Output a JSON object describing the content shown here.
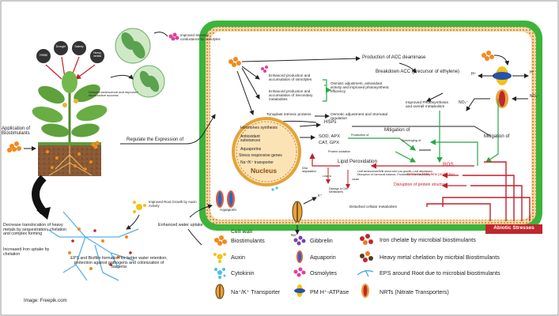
{
  "stresses": [
    "Heat",
    "Drought",
    "Salinity",
    "Heavy metals"
  ],
  "plant": {
    "stomatal": "Improved Stomatal conductance by osmolytes",
    "senescence": "Delayed senescence and improved reproductive success",
    "application": "Application of Biostimulants",
    "regulate": "Regulate the Expression of",
    "root_growth": "Improved Root Growth by Auxin Activity",
    "heavy_metals": "Decrease translocation of heavy metals by sequestration, chelation and complex forming",
    "iron": "Increased Iron uptake by chelation",
    "eps": "EPS and Biofilm formation for better water retention, protection against pathogens and colonization of bacteria",
    "water": "Enhanced water uptake"
  },
  "cell": {
    "acc_deaminase": "Production of ACC deaminase",
    "acc_breakdown": "Breakdown ACC (precursor of ethylene)",
    "osmo1": "Enhanced production and accumulation of osmolytes",
    "osmo2": "Enhanced production and accumulation of Secondary metabolites",
    "osmo_effect": "Osmotic adjustment, antioxidant activity and improved photosynthetic efficiency",
    "tonoplast": "Tonoplast intrinsic proteins",
    "tonoplast_effect": "Osmotic adjustment and Stomatal regulation",
    "photosynthesis": "Improved Photosynthesis and overall metabolism",
    "hsps": "HSPs",
    "mitigation1": "Mitigation of",
    "mitigation2": "Mitigation of",
    "hormones": "Hormones synthesis",
    "antioxidants": "Antioxidant substances",
    "aquaporins_n": "Aquaporins",
    "stress_genes": "Stress responsive genes",
    "transporter": "Na⁺/K⁺ transporter",
    "nucleus": "Nucleus",
    "sod": "SOD, APX",
    "cat": "CAT, GPX",
    "production_of": "Production of",
    "scavenging": "Scavenging of",
    "protein_oxidation": "Protein oxidation",
    "lipid": "Lipid Peroxidation",
    "ros": "ROS",
    "dna_degradation": "DNA degradation",
    "lead_to": "Lead to",
    "damage_cell": "Damage to Cell Membranes",
    "cause": "cause",
    "leaf_effects": "Leaf senescence/Wilt shoot and Low growth, Leaf abscission, Disruption of hormonal balance, Production of stress tissue",
    "ethylene": "Enhanced Ethylene production",
    "disruption": "Disruption of protein structure",
    "disturbed": "Disturbed cellular metabolism",
    "aquaporin_cell": "Aquaporin",
    "cell_wall": "Cell wall",
    "abiotic": "Abiotic Stresses",
    "h": "H⁺",
    "no3": "NO₃⁻",
    "na": "Na⁺",
    "k": "K⁺"
  },
  "legend": [
    {
      "label": "Biostimulants",
      "icon": "biostimulants-icon"
    },
    {
      "label": "Gibbrelin",
      "icon": "gibberellin-icon"
    },
    {
      "label": "Iron chelate by microbial biostimulants",
      "icon": "iron-chelate-icon"
    },
    {
      "label": "Auxin",
      "icon": "auxin-icon"
    },
    {
      "label": "Aquaporin",
      "icon": "aquaporin-icon"
    },
    {
      "label": "Heavy metal chelation by micrbial Biostimulants",
      "icon": "heavy-metal-icon"
    },
    {
      "label": "Cytokinin",
      "icon": "cytokinin-icon"
    },
    {
      "label": "Osmolytes",
      "icon": "osmolytes-icon"
    },
    {
      "label": "EPS around Root due to microbial biostimulants",
      "icon": "eps-icon"
    },
    {
      "label": "Na⁺/K⁺ Transporter",
      "icon": "transporter-icon"
    },
    {
      "label": "PM H⁺-ATPase",
      "icon": "atpase-icon"
    },
    {
      "label": "NRTs (Nitrate Transporters)",
      "icon": "nrt-icon"
    }
  ],
  "credit": "Image: Freepik.com",
  "colors": {
    "cell_wall": "#3cb43c",
    "membrane": "#d9a15a",
    "abiotic": "#c0262c",
    "nucleus": "#e4a33a",
    "arrow_green": "#27a844",
    "arrow_red": "#c41e2a"
  }
}
